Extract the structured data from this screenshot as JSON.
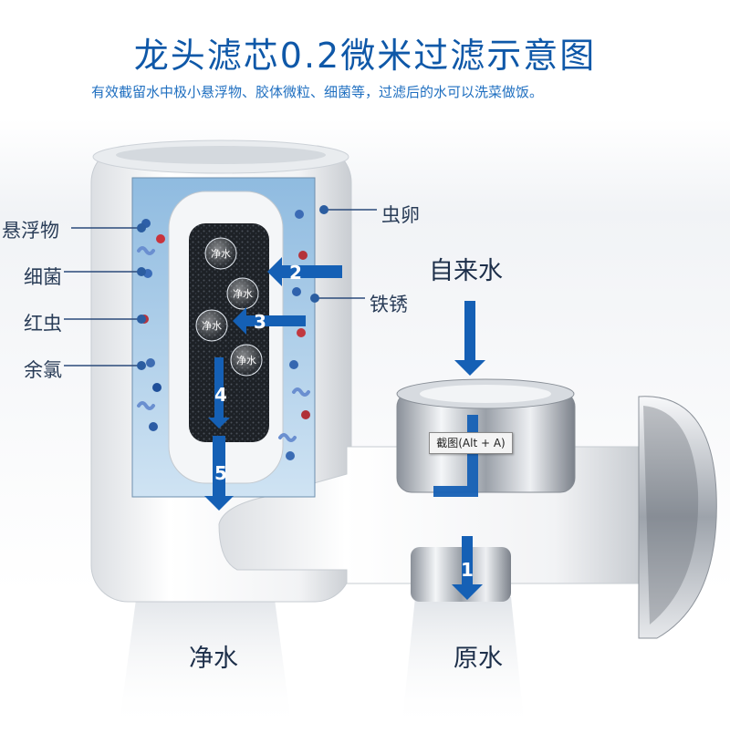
{
  "title": "龙头滤芯0.2微米过滤示意图",
  "subtitle": "有效截留水中极小悬浮物、胶体微粒、细菌等，过滤后的水可以洗菜做饭。",
  "labels_left": [
    "悬浮物",
    "细菌",
    "红虫",
    "余氯"
  ],
  "labels_right": [
    "虫卵",
    "铁锈"
  ],
  "inlet_label": "自来水",
  "bottom_labels": {
    "clean": "净水",
    "raw": "原水"
  },
  "bubble_label": "净水",
  "step_numbers": [
    "1",
    "2",
    "3",
    "4",
    "5"
  ],
  "tooltip": "截图(Alt + A)",
  "colors": {
    "accent": "#0f58a8",
    "arrow": "#1560b5",
    "text": "#2a3d58"
  }
}
